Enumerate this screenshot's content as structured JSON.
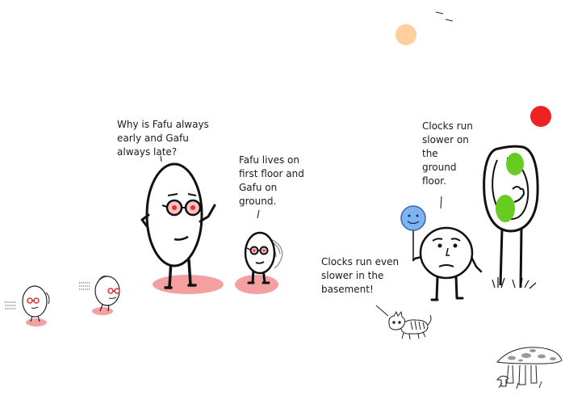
{
  "captions": {
    "big_egg_question": "Why is Fafu always\nearly and Gafu\nalways late?",
    "small_egg_answer": "Fafu lives on\nfirst floor and\nGafu on\nground.",
    "round_face_clocks": "Clocks run\nslower on\nthe\nground\nfloor.",
    "basement_clocks": "Clocks run even\nslower in the\nbasement!"
  },
  "icons": {
    "moon": "moon-icon",
    "red_ball": "red-ball-icon",
    "balloon": "smiley-balloon-icon",
    "tree": "tree-icon",
    "cat": "cat-icon",
    "mushrooms": "mushroom-icon"
  },
  "colors": {
    "ink": "#111111",
    "shadow_pink": "#f4a0a0",
    "eye_red": "#e83030",
    "moon_peach": "#ffcf9e",
    "red_ball": "#ee2222",
    "balloon_blue": "#7fb4f2",
    "leaf_green": "#66cc22"
  }
}
